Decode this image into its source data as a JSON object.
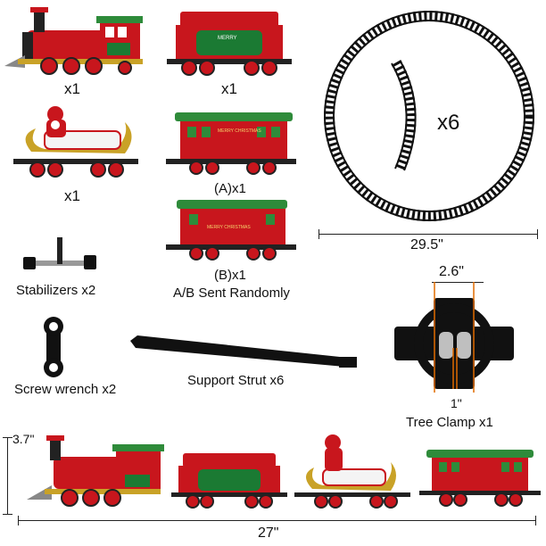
{
  "labels": {
    "locomotive_qty": "x1",
    "coal_car_qty": "x1",
    "sleigh_car_qty": "x1",
    "passenger_a": "(A)x1",
    "passenger_b": "(B)x1",
    "random_note": "A/B Sent Randomly",
    "track_qty": "x6",
    "track_diameter": "29.5\"",
    "stabilizers": "Stabilizers x2",
    "screw_wrench": "Screw wrench x2",
    "support_strut": "Support Strut x6",
    "clamp_width": "2.6\"",
    "clamp_gap": "1\"",
    "tree_clamp": "Tree Clamp x1",
    "train_height": "3.7\"",
    "train_length": "27\""
  },
  "decals": {
    "merry": "MERRY",
    "merry_christmas": "MERRY CHRISTMAS"
  },
  "colors": {
    "train_red": "#c8161d",
    "roof_green": "#2e8b3a",
    "gold": "#c9a227",
    "track_black": "#111111",
    "clamp_silver": "#bfbfbf"
  }
}
